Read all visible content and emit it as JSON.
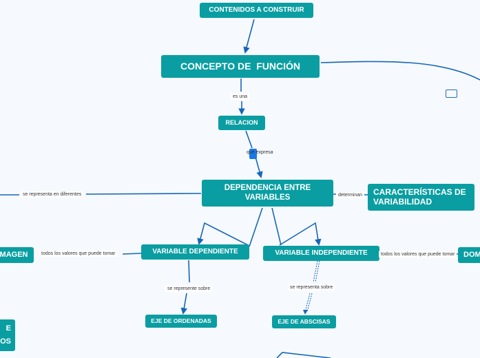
{
  "nodes": {
    "contenidos": "CONTENIDOS A CONSTRUIR",
    "concepto": "CONCEPTO DE  FUNCIÓN",
    "relacion": "RELACION",
    "dependencia": "DEPENDENCIA ENTRE VARIABLES",
    "caracteristicas": "CARACTERÍSTICAS DE VARIABILIDAD",
    "var_dependiente": "VARIABLE DEPENDIENTE",
    "var_independiente": "VARIABLE INDEPENDIENTE",
    "eje_ordenadas": "EJE DE ORDENADAS",
    "eje_abscisas": "EJE DE ABSCISAS",
    "imagen": "IMAGEN",
    "dominio": "DOM",
    "partial_left_1": "E",
    "partial_left_2": "OS"
  },
  "edge_labels": {
    "es_una": "es una",
    "que_expresa": "que expresa",
    "se_representa_diferentes": "se representa en diferentes",
    "determinan": "determinan",
    "todos_valores_left": "todos los valores que puede tomar",
    "todos_valores_right": "todos los valores que puede tomar",
    "se_represente_sobre": "se represente sobre",
    "se_representa_sobre": "se representa sobre"
  },
  "colors": {
    "node_fill": "#0a9ea2",
    "connector": "#1466b8",
    "background": "#f6f9fe"
  }
}
